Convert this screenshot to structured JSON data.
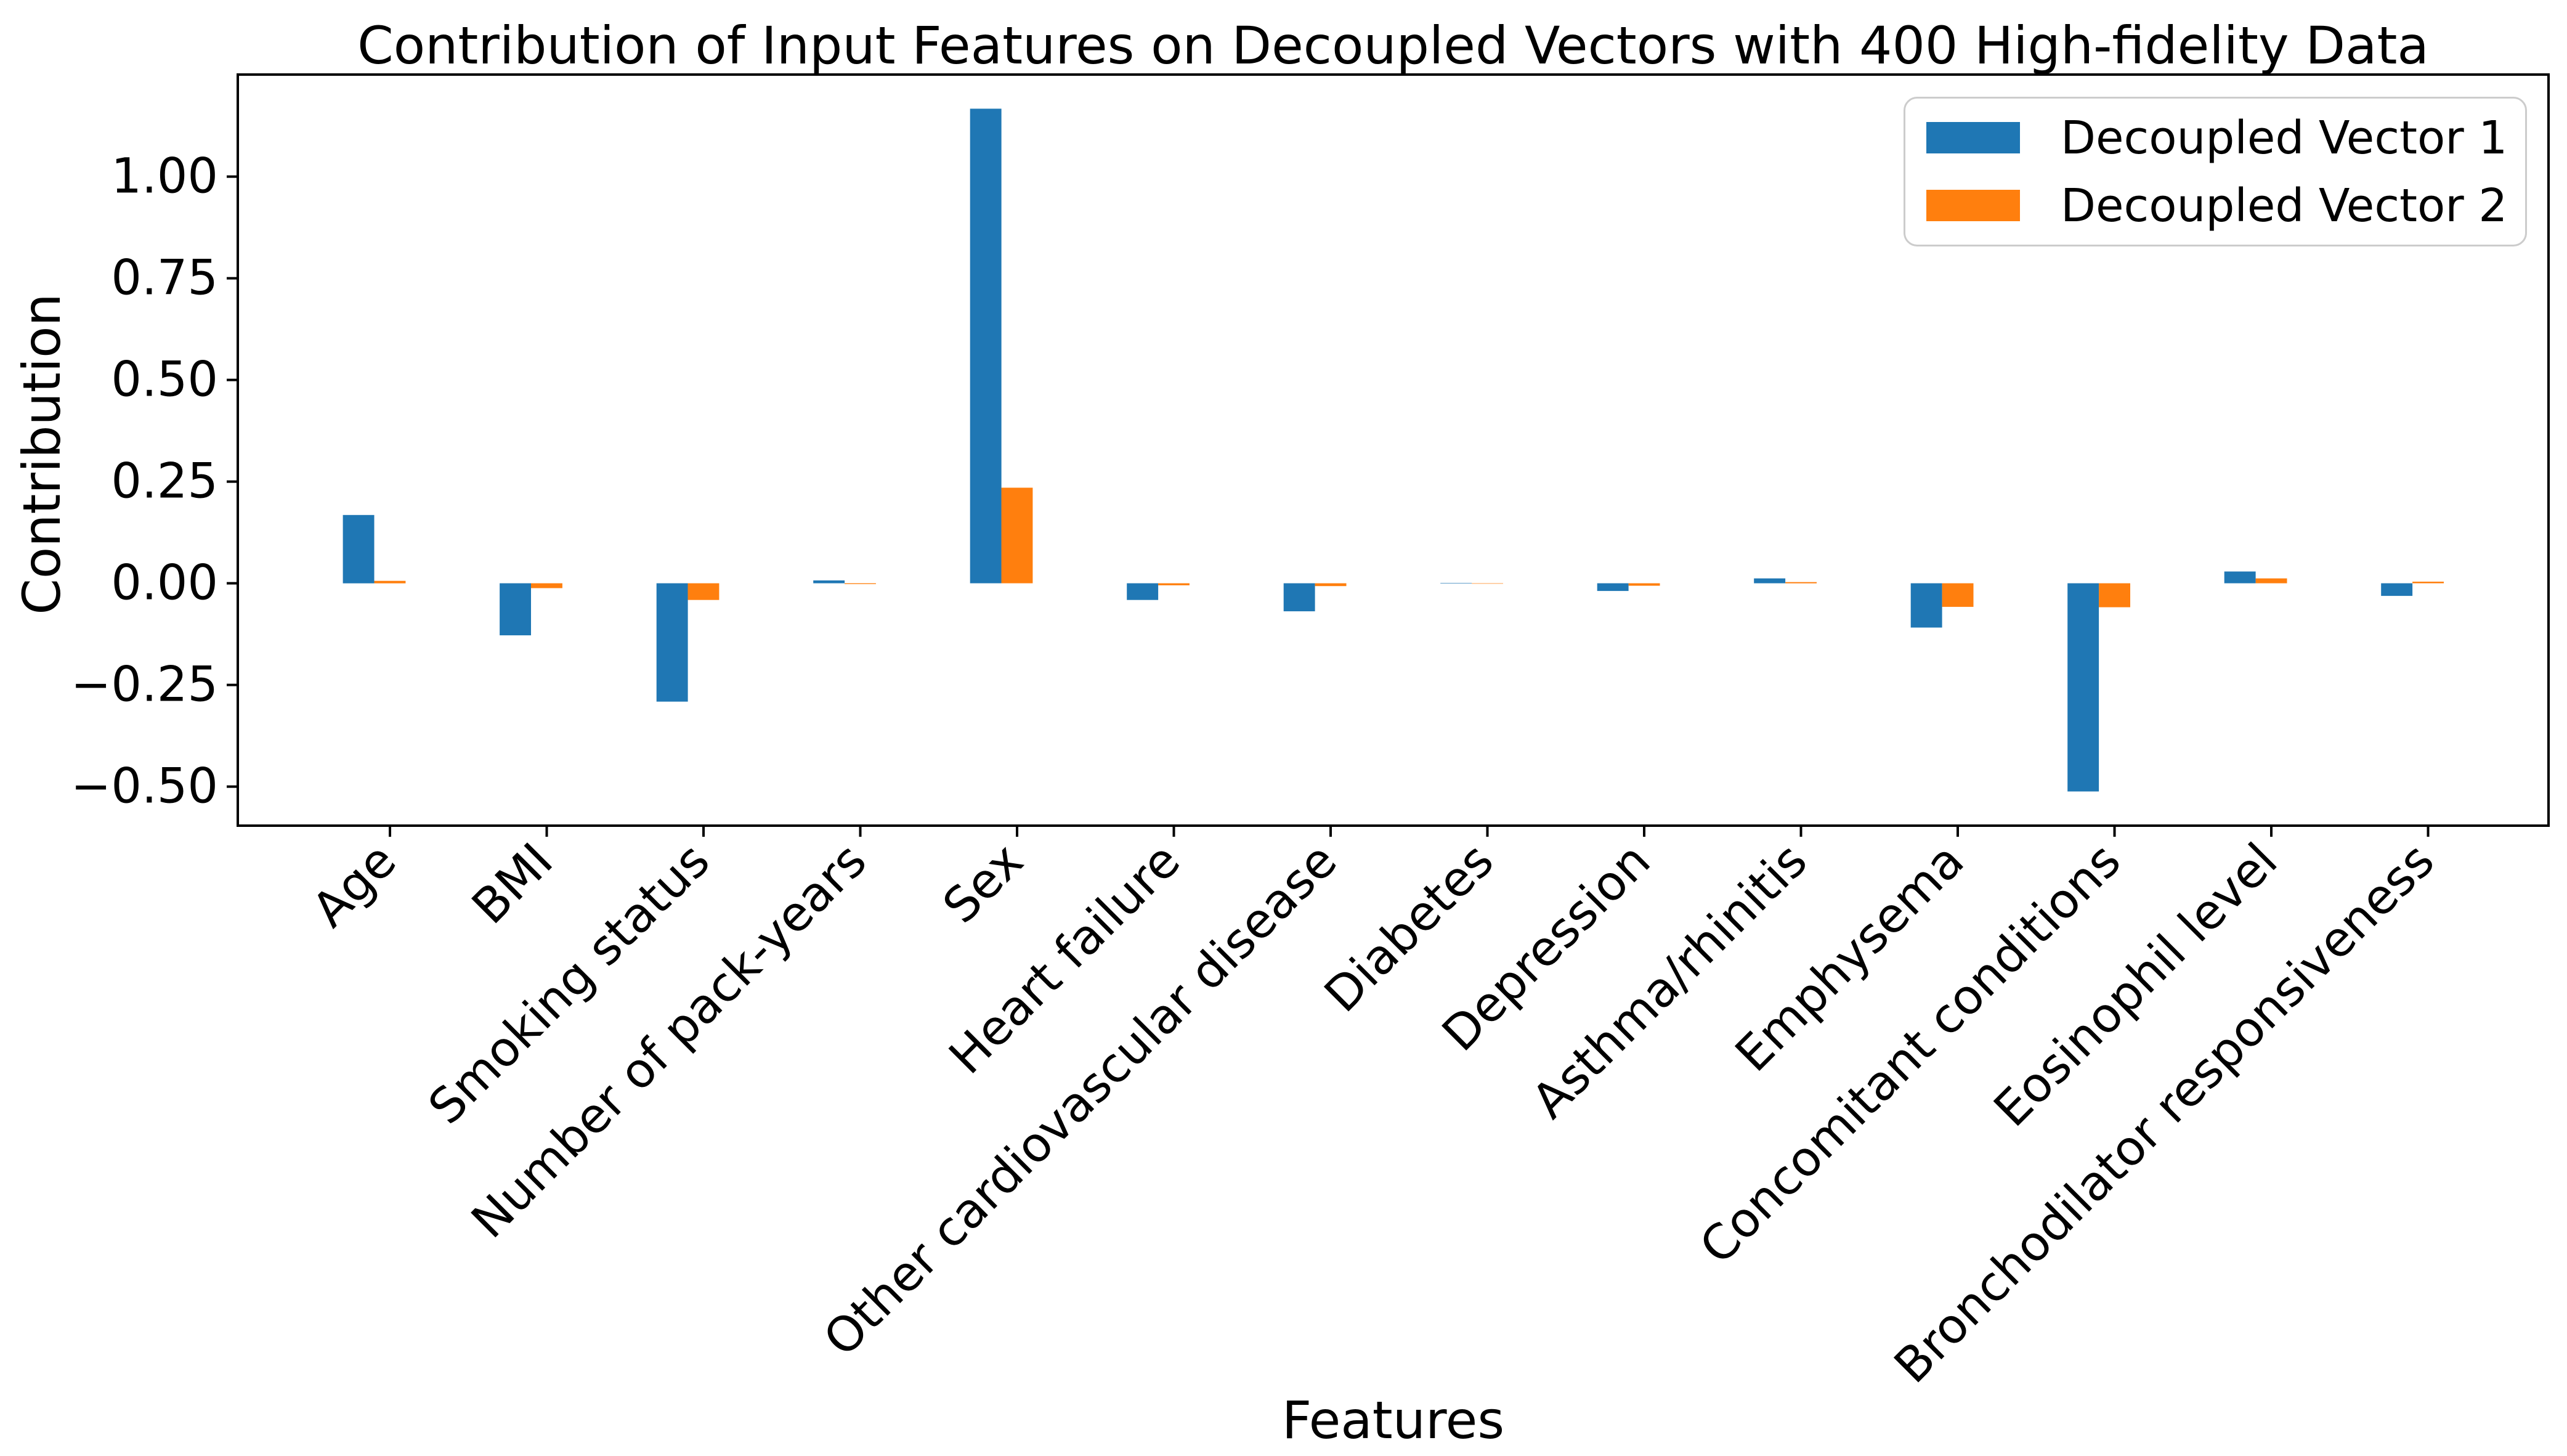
{
  "chart_data": {
    "type": "bar",
    "title": "Contribution of Input Features on Decoupled Vectors with 400 High-fidelity Data",
    "xlabel": "Features",
    "ylabel": "Contribution",
    "categories": [
      "Age",
      "BMI",
      "Smoking status",
      "Number of pack-years",
      "Sex",
      "Heart failure",
      "Other cardiovascular disease",
      "Diabetes",
      "Depression",
      "Asthma/rhinitis",
      "Emphysema",
      "Concomitant conditions",
      "Eosinophil level",
      "Bronchodilator responsiveness"
    ],
    "series": [
      {
        "name": "Decoupled Vector 1",
        "color": "#1f77b4",
        "values": [
          0.168,
          -0.128,
          -0.291,
          0.007,
          1.167,
          -0.041,
          -0.069,
          0.001,
          -0.019,
          0.012,
          -0.109,
          -0.512,
          0.029,
          -0.031
        ]
      },
      {
        "name": "Decoupled Vector 2",
        "color": "#ff7f0e",
        "values": [
          0.006,
          -0.012,
          -0.041,
          -0.002,
          0.235,
          -0.005,
          -0.007,
          -0.001,
          -0.006,
          0.003,
          -0.058,
          -0.059,
          0.012,
          0.004
        ]
      }
    ],
    "yticks": [
      1.0,
      0.75,
      0.5,
      0.25,
      0.0,
      -0.25,
      -0.5
    ],
    "ylim": [
      -0.596,
      1.251
    ],
    "grid": false,
    "legend_position": "upper right",
    "bar_group_width_fraction": 0.4,
    "tick_label_rotation_deg": 45,
    "axis_color": "#000000",
    "background_color": "#ffffff"
  }
}
